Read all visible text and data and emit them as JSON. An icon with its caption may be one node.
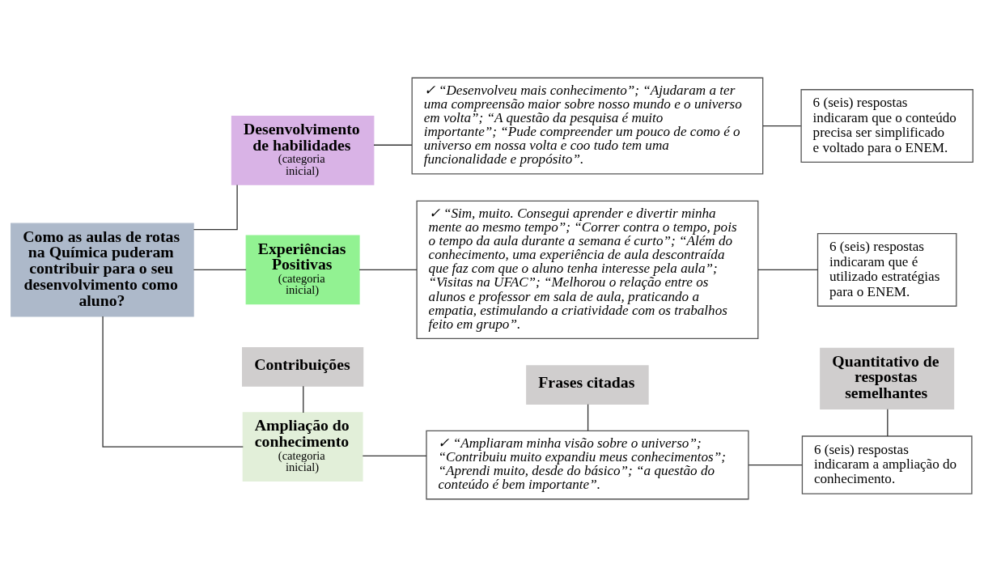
{
  "diagram": {
    "nodes": [
      {
        "text": [
          "Como as aulas de rotas na Química puderam contribuir para o seu desenvolvimento como aluno?"
        ]
      },
      {
        "text": [
          "Contribuições"
        ]
      },
      {
        "text": [
          "Frases citadas"
        ]
      },
      {
        "text": [
          "Quantitativo de respostas semelhantes"
        ]
      },
      {
        "text": [
          "Ampliação do conhecimento",
          "(categoria inicial)"
        ]
      },
      {
        "text": [
          "✓ “Ampliaram minha visão sobre o universo”; “Contribuiu muito expandiu meus conhecimentos”; “Aprendi muito, desde do básico”; “a questão do conteúdo é bem importante”."
        ]
      },
      {
        "text": [
          "6 (seis) respostas indicaram a ampliação do conhecimento."
        ]
      },
      {
        "text": [
          "Desenvolvimento de habilidades",
          "(categoria inicial)"
        ]
      },
      {
        "text": [
          "✓ “Desenvolveu mais conhecimento”; “Ajudaram a ter uma compreensão maior sobre nosso mundo e o universo em volta”; “A questão da pesquisa é muito importante”; “Pude compreender um pouco de como é o universo em nossa volta e coo tudo tem uma funcionalidade e propósito”."
        ]
      },
      {
        "text": [
          "6 (seis) respostas indicaram que o conteúdo precisa ser simplificado e voltado para o ENEM."
        ]
      },
      {
        "text": [
          "Experiências Positivas",
          "(categoria inicial)"
        ]
      },
      {
        "text": [
          "✓ “Sim, muito. Consegui aprender e divertir minha mente ao mesmo tempo”; “Correr contra o tempo, pois o tempo da aula durante a semana é curto”; “Além do conhecimento, uma experiência de aula descontraída que faz com que o aluno tenha interesse pela aula”; “Visitas na UFAC”; “Melhorou o relação entre os alunos e professor em sala de aula, praticando a empatia, estimulando a criatividade com os trabalhos feito em grupo”."
        ]
      },
      {
        "text": [
          "6 (seis) respostas indicaram que é utilizado estratégias para o ENEM."
        ]
      }
    ],
    "edges": [
      {
        "from": 0,
        "to": 4,
        "arrow": "none"
      },
      {
        "from": 0,
        "to": 7,
        "arrow": "none"
      },
      {
        "from": 0,
        "to": 10,
        "arrow": "none"
      },
      {
        "from": 1,
        "to": 4,
        "arrow": "none"
      },
      {
        "from": 2,
        "to": 5,
        "arrow": "none"
      },
      {
        "from": 3,
        "to": 6,
        "arrow": "none"
      },
      {
        "from": 4,
        "to": 5,
        "arrow": "none"
      },
      {
        "from": 5,
        "to": 6,
        "arrow": "none"
      },
      {
        "from": 7,
        "to": 8,
        "arrow": "none"
      },
      {
        "from": 8,
        "to": 9,
        "arrow": "none"
      },
      {
        "from": 10,
        "to": 11,
        "arrow": "none"
      },
      {
        "from": 11,
        "to": 12,
        "arrow": "none"
      }
    ]
  }
}
